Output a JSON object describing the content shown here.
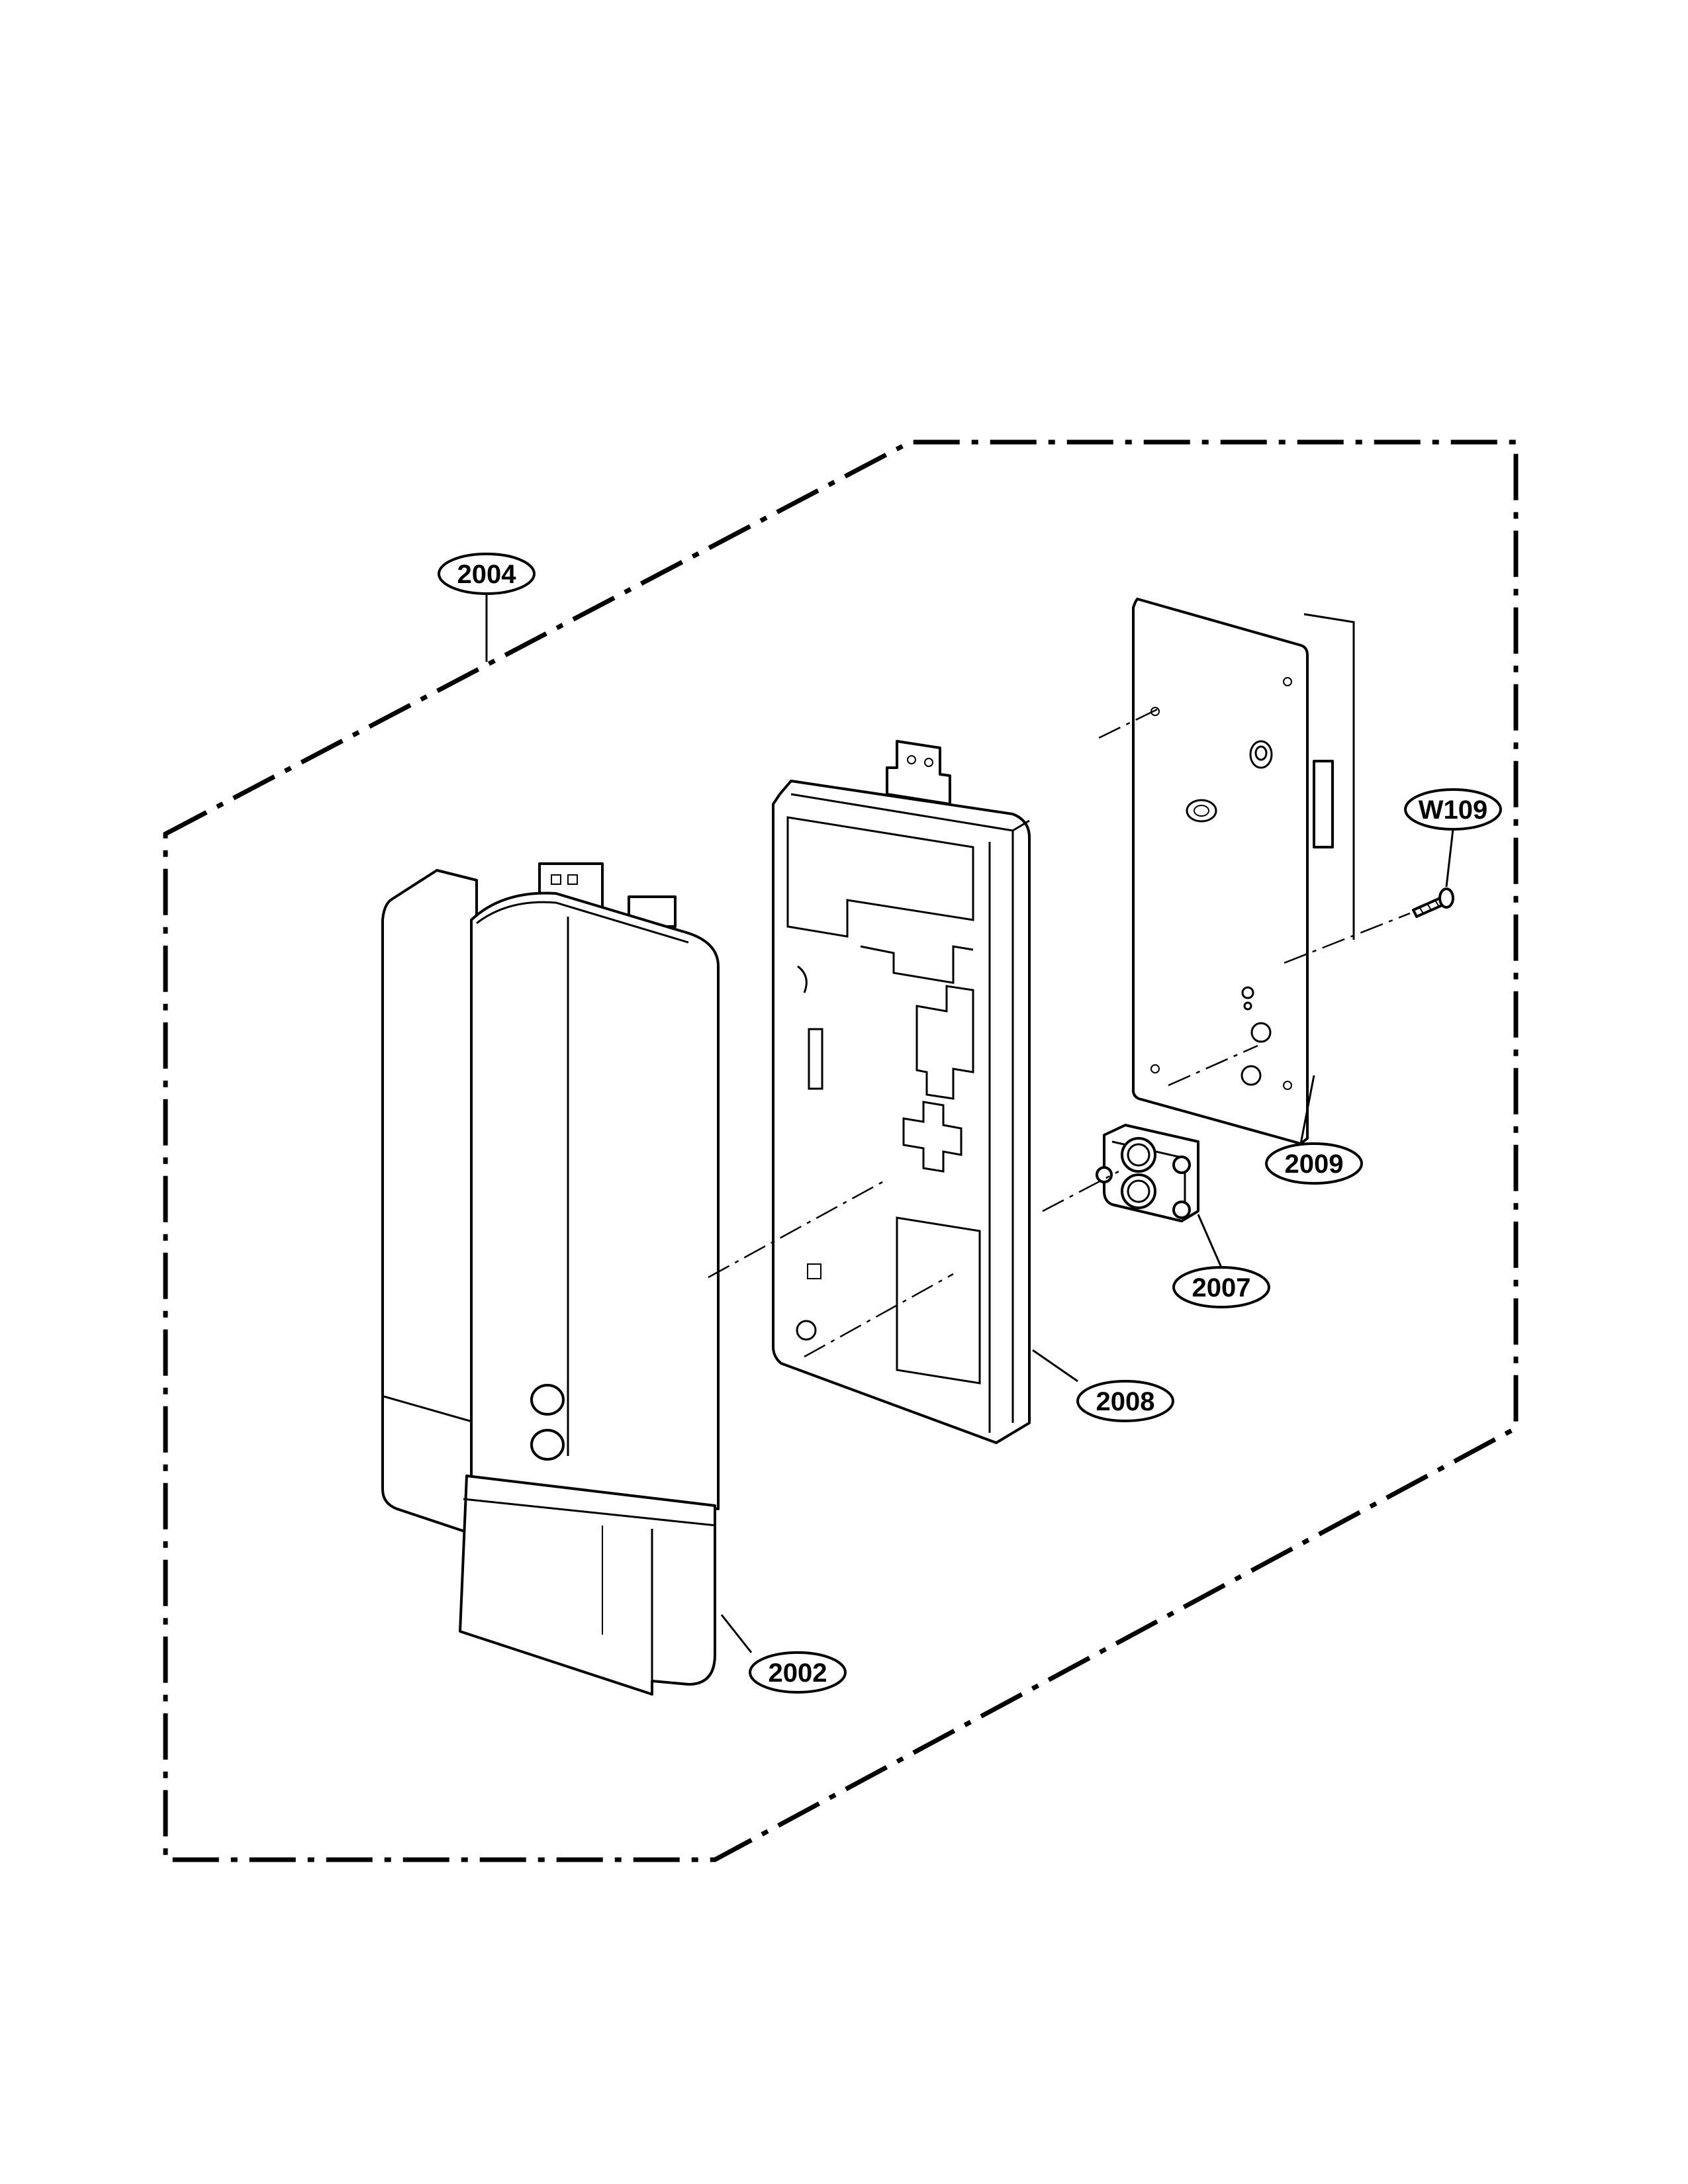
{
  "diagram": {
    "callouts": [
      {
        "id": "2004",
        "text": "2004"
      },
      {
        "id": "W109",
        "text": "W109"
      },
      {
        "id": "2009",
        "text": "2009"
      },
      {
        "id": "2007",
        "text": "2007"
      },
      {
        "id": "2008",
        "text": "2008"
      },
      {
        "id": "2002",
        "text": "2002"
      }
    ]
  }
}
